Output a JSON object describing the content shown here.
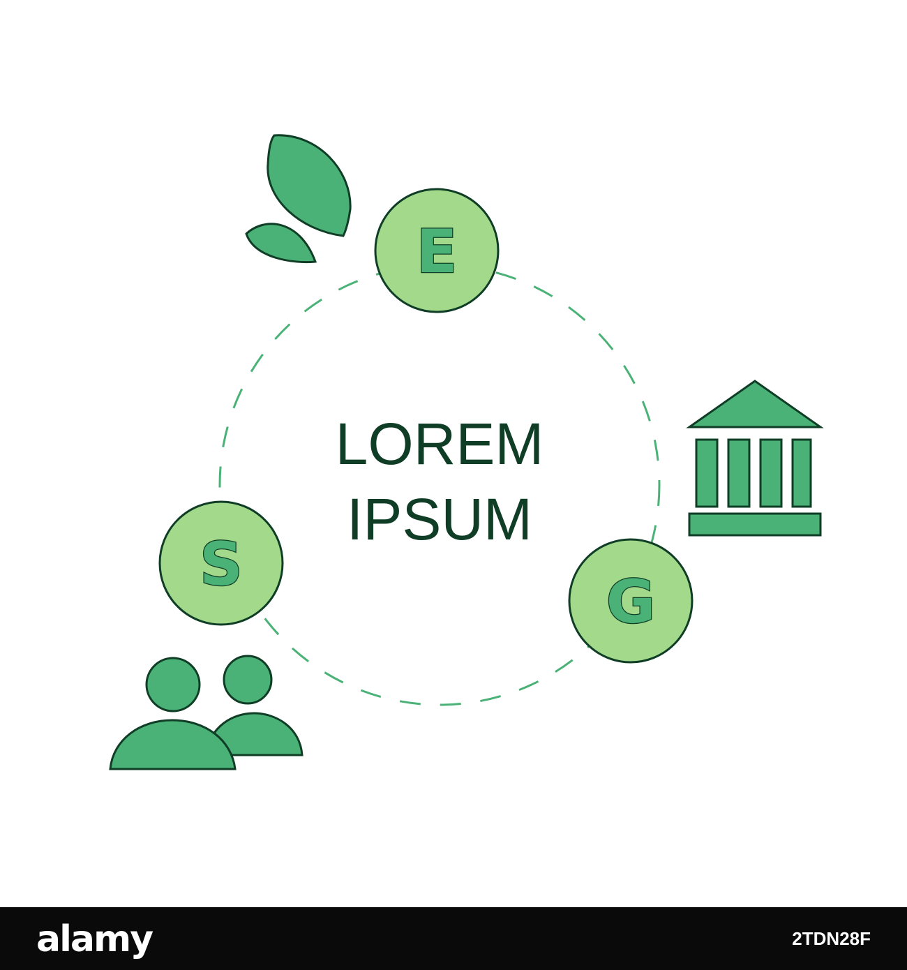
{
  "center_label": {
    "line1": "LOREM",
    "line2": "IPSUM"
  },
  "badges": {
    "e": "E",
    "s": "S",
    "g": "G"
  },
  "icons": {
    "environment": "leaves-icon",
    "social": "people-icon",
    "governance": "bank-building-icon"
  },
  "colors": {
    "badge_fill": "#a3d98a",
    "icon_fill": "#4ab277",
    "outline": "#0f3d26",
    "dashed_ring": "#4ab277",
    "text": "#0f3d26"
  },
  "footer": {
    "logo": "alamy",
    "image_id": "2TDN28F"
  }
}
